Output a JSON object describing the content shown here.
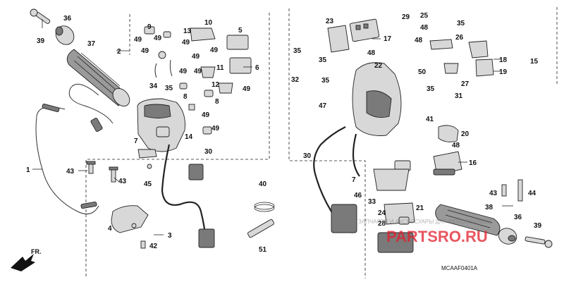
{
  "diagram": {
    "code": "MCAAF0401A",
    "direction_label": "FR.",
    "watermark_text": "ЗАПЧАСТИ И АКСЕССУАРЫ ДЛЯ МОТОТЕХНИКИ",
    "watermark_logo": "PARTSRO.RU",
    "callouts": [
      {
        "id": "c36a",
        "label": "36"
      },
      {
        "id": "c39a",
        "label": "39"
      },
      {
        "id": "c37",
        "label": "37"
      },
      {
        "id": "c2",
        "label": "2"
      },
      {
        "id": "c9",
        "label": "9"
      },
      {
        "id": "c13",
        "label": "13"
      },
      {
        "id": "c10",
        "label": "10"
      },
      {
        "id": "c5",
        "label": "5"
      },
      {
        "id": "c49a",
        "label": "49"
      },
      {
        "id": "c49b",
        "label": "49"
      },
      {
        "id": "c49c",
        "label": "49"
      },
      {
        "id": "c49d",
        "label": "49"
      },
      {
        "id": "c49e",
        "label": "49"
      },
      {
        "id": "c49f",
        "label": "49"
      },
      {
        "id": "c49g",
        "label": "49"
      },
      {
        "id": "c49h",
        "label": "49"
      },
      {
        "id": "c49i",
        "label": "49"
      },
      {
        "id": "c49j",
        "label": "49"
      },
      {
        "id": "c49k",
        "label": "49"
      },
      {
        "id": "c35a",
        "label": "35"
      },
      {
        "id": "c34",
        "label": "34"
      },
      {
        "id": "c8a",
        "label": "8"
      },
      {
        "id": "c8b",
        "label": "8"
      },
      {
        "id": "c11",
        "label": "11"
      },
      {
        "id": "c6",
        "label": "6"
      },
      {
        "id": "c12",
        "label": "12"
      },
      {
        "id": "c14",
        "label": "14"
      },
      {
        "id": "c30a",
        "label": "30"
      },
      {
        "id": "c7a",
        "label": "7"
      },
      {
        "id": "c1",
        "label": "1"
      },
      {
        "id": "c43a",
        "label": "43"
      },
      {
        "id": "c43b",
        "label": "43"
      },
      {
        "id": "c45",
        "label": "45"
      },
      {
        "id": "c4",
        "label": "4"
      },
      {
        "id": "c3",
        "label": "3"
      },
      {
        "id": "c42",
        "label": "42"
      },
      {
        "id": "c40",
        "label": "40"
      },
      {
        "id": "c51",
        "label": "51"
      },
      {
        "id": "c23",
        "label": "23"
      },
      {
        "id": "c17",
        "label": "17"
      },
      {
        "id": "c29",
        "label": "29"
      },
      {
        "id": "c25",
        "label": "25"
      },
      {
        "id": "c35b",
        "label": "35"
      },
      {
        "id": "c48a",
        "label": "48"
      },
      {
        "id": "c48b",
        "label": "48"
      },
      {
        "id": "c48c",
        "label": "48"
      },
      {
        "id": "c48d",
        "label": "48"
      },
      {
        "id": "c26",
        "label": "26"
      },
      {
        "id": "c15",
        "label": "15"
      },
      {
        "id": "c18",
        "label": "18"
      },
      {
        "id": "c19",
        "label": "19"
      },
      {
        "id": "c35c",
        "label": "35"
      },
      {
        "id": "c35d",
        "label": "35"
      },
      {
        "id": "c35e",
        "label": "35"
      },
      {
        "id": "c35f",
        "label": "35"
      },
      {
        "id": "c32",
        "label": "32"
      },
      {
        "id": "c22",
        "label": "22"
      },
      {
        "id": "c50",
        "label": "50"
      },
      {
        "id": "c27",
        "label": "27"
      },
      {
        "id": "c31",
        "label": "31"
      },
      {
        "id": "c47",
        "label": "47"
      },
      {
        "id": "c41",
        "label": "41"
      },
      {
        "id": "c20",
        "label": "20"
      },
      {
        "id": "c30b",
        "label": "30"
      },
      {
        "id": "c16",
        "label": "16"
      },
      {
        "id": "c7b",
        "label": "7"
      },
      {
        "id": "c46",
        "label": "46"
      },
      {
        "id": "c33",
        "label": "33"
      },
      {
        "id": "c24",
        "label": "24"
      },
      {
        "id": "c28",
        "label": "28"
      },
      {
        "id": "c21",
        "label": "21"
      },
      {
        "id": "c38",
        "label": "38"
      },
      {
        "id": "c36b",
        "label": "36"
      },
      {
        "id": "c39b",
        "label": "39"
      },
      {
        "id": "c44",
        "label": "44"
      },
      {
        "id": "c43c",
        "label": "43"
      }
    ]
  }
}
